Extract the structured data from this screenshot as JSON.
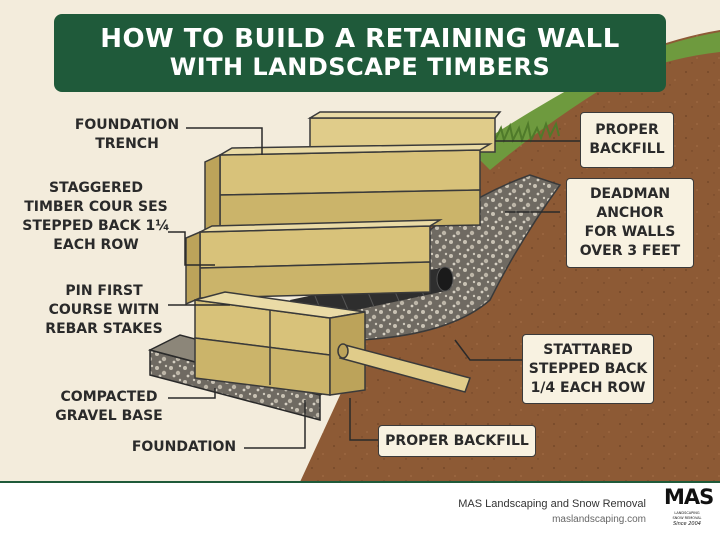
{
  "title": {
    "line1": "HOW TO BUILD A RETAINING WALL",
    "line2": "WITH LANDSCAPE TIMBERS"
  },
  "labels": {
    "foundation_trench": [
      "FOUNDATION",
      "TRENCH"
    ],
    "staggered_courses": [
      "STAGGERED",
      "TIMBER COUR SES",
      "STEPPED BACK 1¼",
      "EACH ROW"
    ],
    "pin_first_course": [
      "PIN FIRST",
      "COURSE WITN",
      "REBAR STAKES"
    ],
    "compacted_gravel": [
      "COMPACTED",
      "GRAVEL BASE"
    ],
    "foundation": [
      "FOUNDATION"
    ],
    "proper_backfill_top": [
      "PROPER",
      "BACKFILL"
    ],
    "deadman_anchor": [
      "DEADMAN",
      "ANCHOR",
      "FOR WALLS",
      "OVER 3 FEET"
    ],
    "stattared_stepped": [
      "STATTARED",
      "STEPPED BACK",
      "1/4 EACH ROW"
    ],
    "proper_backfill_bottom": [
      "PROPER BACKFILL"
    ]
  },
  "footer": {
    "company": "MAS Landscaping and Snow Removal",
    "url": "maslandscaping.com",
    "logo_mark": "MAS",
    "logo_line1": "LANDSCAPING",
    "logo_line2": "SNOW REMOVAL",
    "logo_line3": "Since 2004"
  },
  "colors": {
    "banner": "#1f5a3a",
    "background": "#f3ecdc",
    "soil": "#8d5a35",
    "grass": "#6e9a3e",
    "timber": "#d8c27a",
    "gravel": "#6f6a62",
    "pipe": "#2e2e2e"
  }
}
